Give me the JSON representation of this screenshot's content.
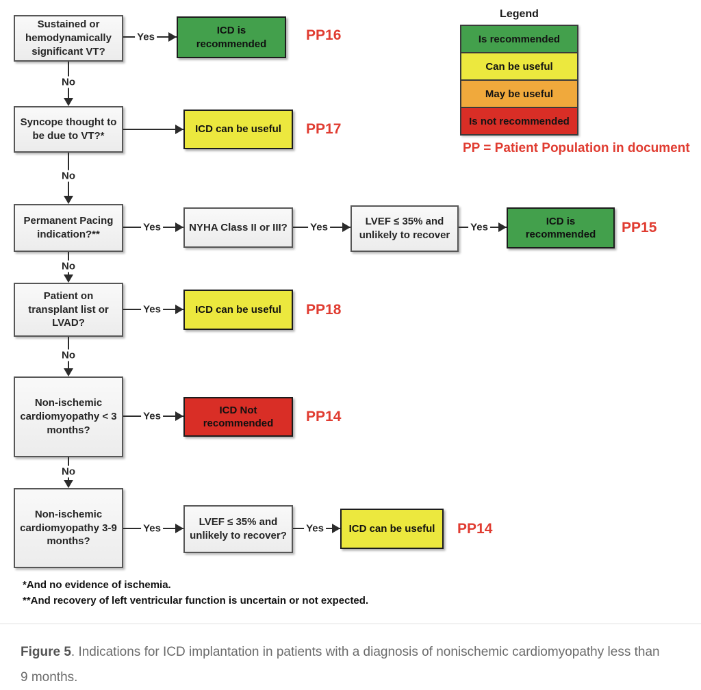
{
  "labels": {
    "yes": "Yes",
    "no": "No"
  },
  "colors": {
    "recommended_green": "#43a04c",
    "useful_yellow": "#ece83e",
    "may_be_useful_orange": "#f0a93c",
    "not_recommended_red": "#d92e26",
    "pp_text_red": "#e03c31",
    "box_border_gray": "#565656"
  },
  "nodes": {
    "q1": "Sustained or hemodynamically significant VT?",
    "r1": "ICD is recommended",
    "pp1": "PP16",
    "q2": "Syncope thought to be due to VT?*",
    "r2": "ICD can be useful",
    "pp2": "PP17",
    "q3": "Permanent Pacing indication?**",
    "q3b": "NYHA Class II or III?",
    "q3c": "LVEF ≤ 35% and unlikely to recover",
    "r3": "ICD is recommended",
    "pp3": "PP15",
    "q4": "Patient on transplant list or LVAD?",
    "r4": "ICD can be useful",
    "pp4": "PP18",
    "q5": "Non-ischemic cardiomyopathy < 3 months?",
    "r5": "ICD Not recommended",
    "pp5": "PP14",
    "q6": "Non-ischemic cardiomyopathy 3-9 months?",
    "q6b": "LVEF ≤ 35% and unlikely to recover?",
    "r6": "ICD can be useful",
    "pp6": "PP14"
  },
  "legend": {
    "title": "Legend",
    "items": [
      {
        "label": "Is recommended",
        "color": "#43a04c"
      },
      {
        "label": "Can be useful",
        "color": "#ece83e"
      },
      {
        "label": "May be useful",
        "color": "#f0a93c"
      },
      {
        "label": "Is not recommended",
        "color": "#d92e26"
      }
    ],
    "note": "PP = Patient Population in document"
  },
  "footnotes": [
    "*And no evidence of ischemia.",
    "**And recovery of left ventricular function is uncertain or not expected."
  ],
  "caption": {
    "label": "Figure 5",
    "text": ". Indications for ICD implantation in patients with a diagnosis of nonischemic cardiomyopathy less than 9 months."
  }
}
